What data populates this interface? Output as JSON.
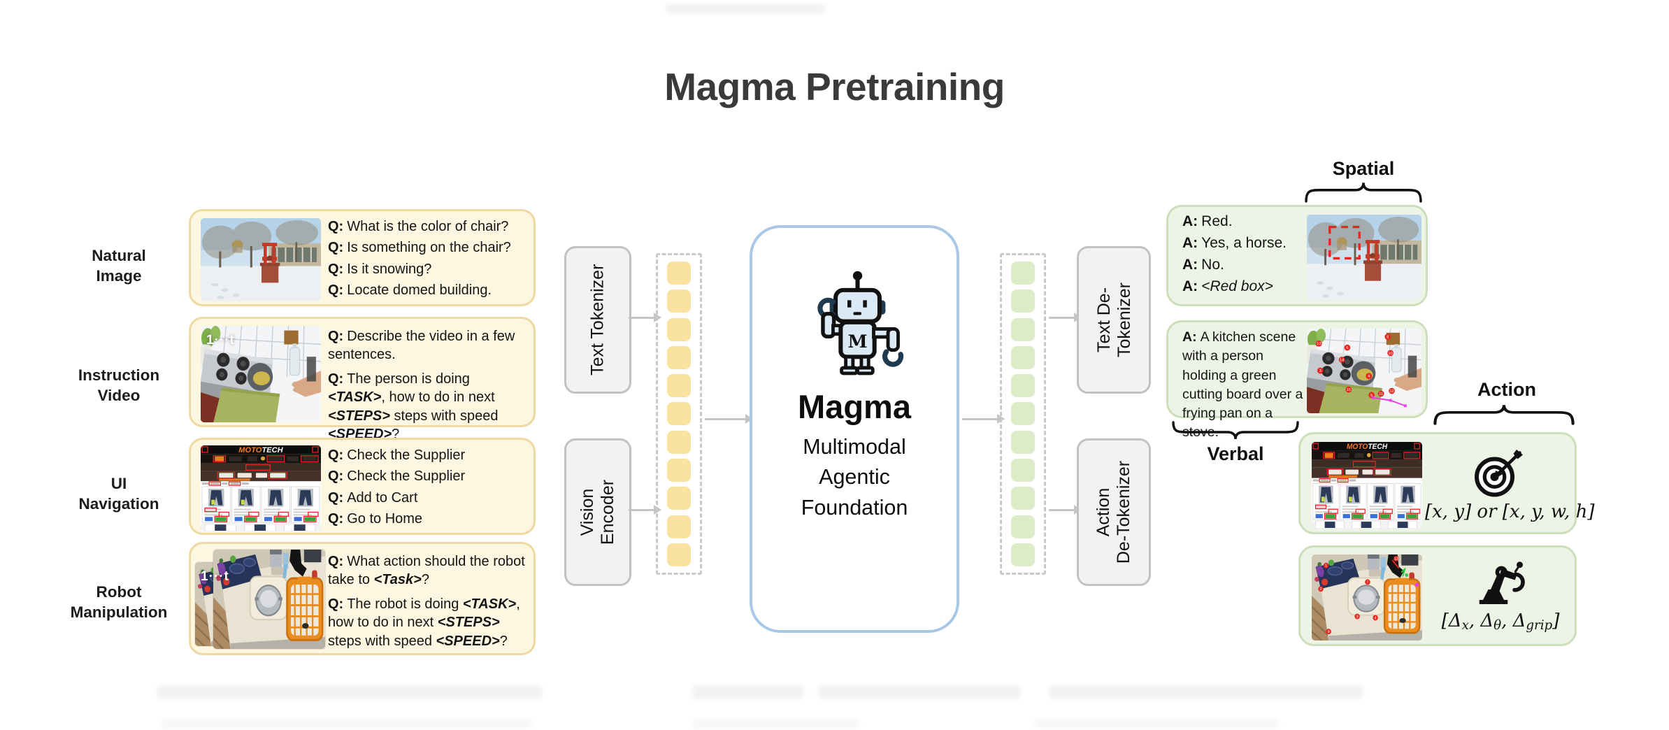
{
  "page_title": "Magma Pretraining",
  "prefixes": {
    "q": "Q:",
    "a": "A:"
  },
  "frame_label": "1···t",
  "inputs": [
    {
      "label_lines": [
        "Natural",
        "Image"
      ],
      "questions": [
        {
          "parts": [
            {
              "t": "What is the color of chair?"
            }
          ]
        },
        {
          "parts": [
            {
              "t": "Is something on the chair?"
            }
          ]
        },
        {
          "parts": [
            {
              "t": "Is it snowing?"
            }
          ]
        },
        {
          "parts": [
            {
              "t": "Locate domed building."
            }
          ]
        }
      ]
    },
    {
      "label_lines": [
        "Instruction",
        "Video"
      ],
      "questions": [
        {
          "parts": [
            {
              "t": "Describe the video in a few sentences."
            }
          ]
        },
        {
          "parts": [
            {
              "t": "The person is doing "
            },
            {
              "t": "<TASK>",
              "b": true
            },
            {
              "t": ", how to do in next "
            },
            {
              "t": "<STEPS>",
              "b": true
            },
            {
              "t": " steps with speed "
            },
            {
              "t": "<SPEED>",
              "b": true
            },
            {
              "t": "?"
            }
          ]
        }
      ]
    },
    {
      "label_lines": [
        "UI",
        "Navigation"
      ],
      "questions": [
        {
          "parts": [
            {
              "t": "Check the Supplier"
            }
          ]
        },
        {
          "parts": [
            {
              "t": "Check the Supplier"
            }
          ]
        },
        {
          "parts": [
            {
              "t": "Add to Cart"
            }
          ]
        },
        {
          "parts": [
            {
              "t": "Go to Home"
            }
          ]
        }
      ]
    },
    {
      "label_lines": [
        "Robot",
        "Manipulation"
      ],
      "questions": [
        {
          "parts": [
            {
              "t": "What action should the robot take to "
            },
            {
              "t": "<Task>",
              "b": true
            },
            {
              "t": "?"
            }
          ]
        },
        {
          "parts": [
            {
              "t": "The robot is doing "
            },
            {
              "t": "<TASK>",
              "b": true
            },
            {
              "t": ", how to do in next "
            },
            {
              "t": "<STEPS>",
              "b": true
            },
            {
              "t": " steps with speed "
            },
            {
              "t": "<SPEED>",
              "b": true
            },
            {
              "t": "?"
            }
          ]
        }
      ]
    }
  ],
  "ui_site": {
    "brand_moto": "MOTO",
    "brand_tech": "TECH"
  },
  "pipeline": {
    "text_tokenizer": "Text Tokenizer",
    "vision_encoder_lines": [
      "Vision",
      "Encoder"
    ],
    "text_detokenizer_lines": [
      "Text De-",
      "Tokenizer"
    ],
    "action_detokenizer_lines": [
      "Action",
      "De-Tokenizer"
    ],
    "input_token_count": 11,
    "output_token_count": 11,
    "model": {
      "name": "Magma",
      "subtitle_lines": [
        "Multimodal",
        "Agentic",
        "Foundation"
      ],
      "robot_letter": "M"
    }
  },
  "outputs": {
    "spatial_label": "Spatial",
    "verbal_label": "Verbal",
    "action_label": "Action",
    "qa_box": {
      "answers": [
        {
          "parts": [
            {
              "t": "Red."
            }
          ]
        },
        {
          "parts": [
            {
              "t": "Yes, a horse."
            }
          ]
        },
        {
          "parts": [
            {
              "t": "No."
            }
          ]
        },
        {
          "parts": [
            {
              "t": "<Red box>",
              "i": true
            }
          ]
        }
      ]
    },
    "caption_box": {
      "parts": [
        {
          "t": "A kitchen scene with a person holding a green cutting board over a frying pan on a stove."
        }
      ]
    },
    "ui_action": {
      "formula": "[x, y] or [x, y, w, h]"
    },
    "robot_action": {
      "formula_parts": [
        {
          "t": "[Δ"
        },
        {
          "t": "x",
          "sub": true
        },
        {
          "t": ", Δ"
        },
        {
          "t": "θ",
          "sub": true
        },
        {
          "t": ", Δ"
        },
        {
          "t": "grip",
          "sub": true
        },
        {
          "t": "]"
        }
      ]
    }
  },
  "colors": {
    "yellow_box_fill": "#fdf6e0",
    "yellow_box_border": "#eed9a2",
    "yellow_token": "#fae2a0",
    "green_box_fill": "#edf4e5",
    "green_box_border": "#cbdfba",
    "green_token": "#dcebc8",
    "magma_border": "#a9c7e7",
    "arrow_gray": "#c5c5c5",
    "annotation_red": "#e8251f",
    "brand_orange": "#f47b20"
  }
}
